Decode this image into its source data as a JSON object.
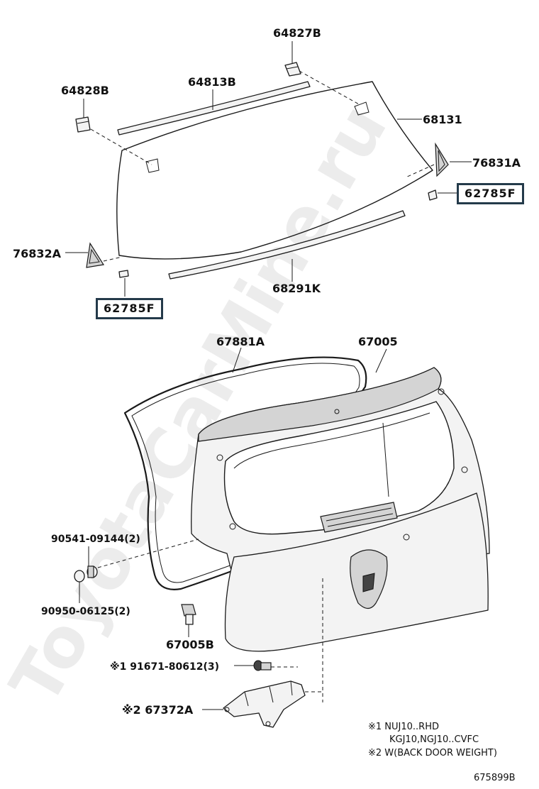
{
  "watermark": "ToyotaCarMine.ru",
  "labels": {
    "p64827B": "64827B",
    "p64813B": "64813B",
    "p64828B": "64828B",
    "p68131": "68131",
    "p76831A": "76831A",
    "p62785F_right": "62785F",
    "p76832A": "76832A",
    "p68291K": "68291K",
    "p62785F_left": "62785F",
    "p67881A": "67881A",
    "p67005": "67005",
    "p90541": "90541-09144(2)",
    "p90950": "90950-06125(2)",
    "p67005B": "67005B",
    "p91671": "※1 91671-80612(3)",
    "p67372A": "※2 67372A"
  },
  "notes": {
    "note1_line1": "※1 NUJ10..RHD",
    "note1_line2": "KGJ10,NGJ10..CVFC",
    "note2": "※2 W(BACK DOOR WEIGHT)"
  },
  "figure_id": "675899B"
}
